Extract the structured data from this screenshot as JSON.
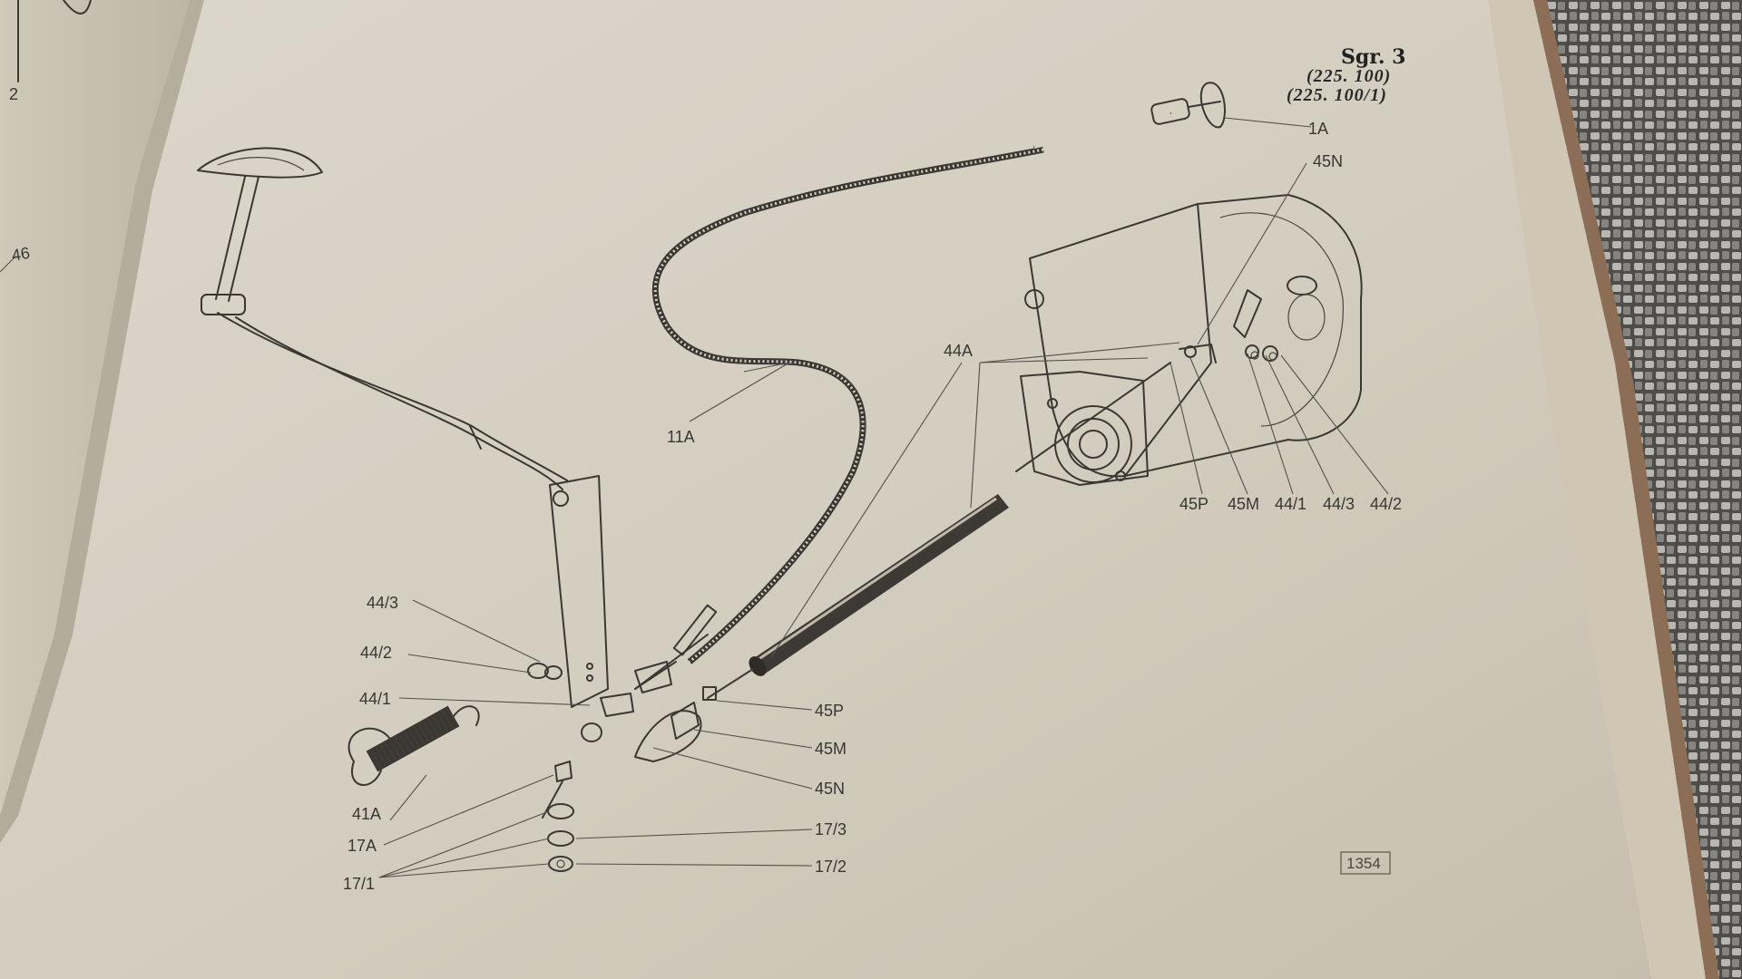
{
  "header": {
    "group": "Sgr. 3",
    "ref1": "(225. 100)",
    "ref2": "(225. 100/1)"
  },
  "left_page": {
    "label_2": "2",
    "label_46": "46"
  },
  "callouts": {
    "c_1A": "1A",
    "c_45N_top": "45N",
    "c_44A": "44A",
    "c_11A": "11A",
    "c_45P_r": "45P",
    "c_45M_r": "45M",
    "c_44_1_r": "44/1",
    "c_44_3_r": "44/3",
    "c_44_2_r": "44/2",
    "c_44_3_l": "44/3",
    "c_44_2_l": "44/2",
    "c_44_1_l": "44/1",
    "c_41A": "41A",
    "c_17A": "17A",
    "c_17_1": "17/1",
    "c_45P_b": "45P",
    "c_45M_b": "45M",
    "c_45N_b": "45N",
    "c_17_3": "17/3",
    "c_17_2": "17/2"
  },
  "page_number": "1354",
  "colors": {
    "page": "#d8d3c6",
    "page_shade": "#bfb8a8",
    "ink": "#3b3833",
    "mat": "#5c5a57"
  }
}
